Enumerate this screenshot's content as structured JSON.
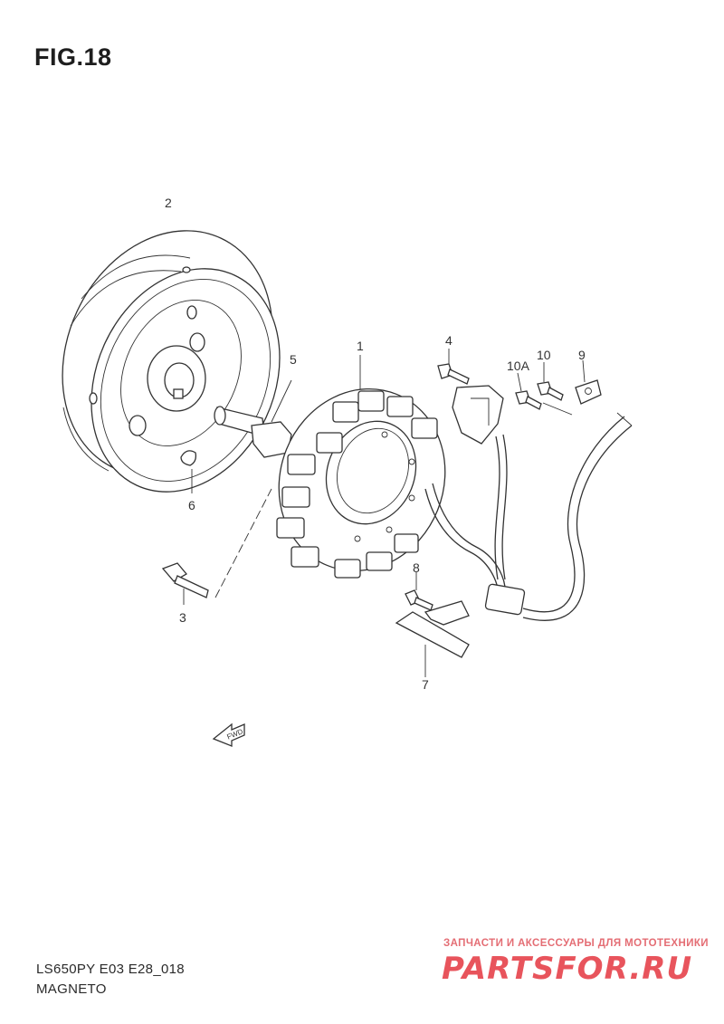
{
  "figure_title": "FIG.18",
  "callouts": {
    "p1": "1",
    "p2": "2",
    "p3": "3",
    "p4": "4",
    "p5": "5",
    "p6": "6",
    "p7": "7",
    "p8": "8",
    "p9": "9",
    "p10": "10",
    "p10a": "10A"
  },
  "fwd_label": "FWD",
  "footer": {
    "code": "LS650PY E03 E28_018",
    "name": "MAGNETO"
  },
  "watermark": {
    "subtitle": "ЗАПЧАСТИ И АКСЕССУАРЫ ДЛЯ МОТОТЕХНИКИ",
    "logo": "PARTSFOR.RU"
  }
}
